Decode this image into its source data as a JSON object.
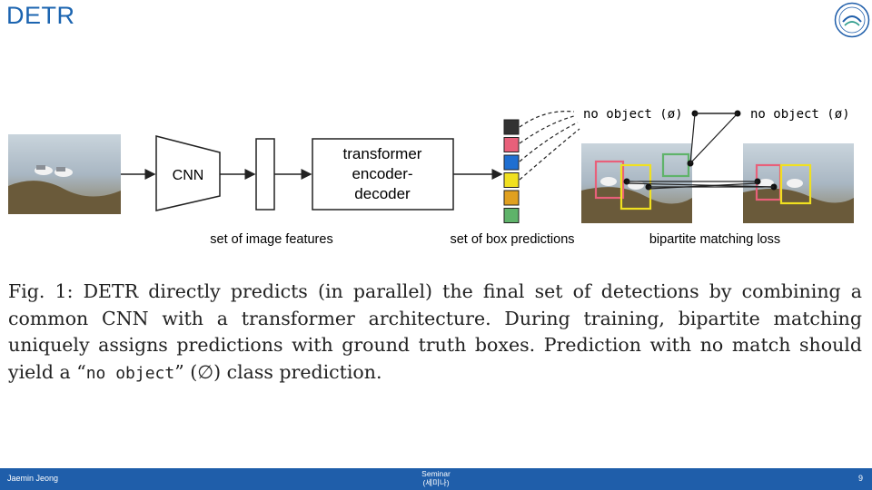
{
  "slide": {
    "title": "DETR"
  },
  "diagram": {
    "cnn_label": "CNN",
    "transformer_label_line1": "transformer",
    "transformer_label_line2": "encoder-",
    "transformer_label_line3": "decoder",
    "features_label": "set of image features",
    "box_predictions_label": "set of box predictions",
    "matching_label": "bipartite matching loss",
    "no_object_left": "no object (ø)",
    "no_object_right": "no object (ø)",
    "prediction_colors": [
      "#333333",
      "#e8607a",
      "#1f6fd1",
      "#f0e020",
      "#e0a020",
      "#5fb36a"
    ]
  },
  "caption": {
    "part1": "Fig. 1: DETR directly predicts (in parallel) the final set of detections by combining a common CNN with a transformer architecture. During training, bipartite matching uniquely assigns predictions with ground truth boxes. Prediction with no match should yield a “",
    "mono": "no object",
    "part2": "” (∅) class prediction."
  },
  "footer": {
    "author": "Jaemin Jeong",
    "center_line1": "Seminar",
    "center_line2": "(세미나)",
    "page": "9"
  }
}
